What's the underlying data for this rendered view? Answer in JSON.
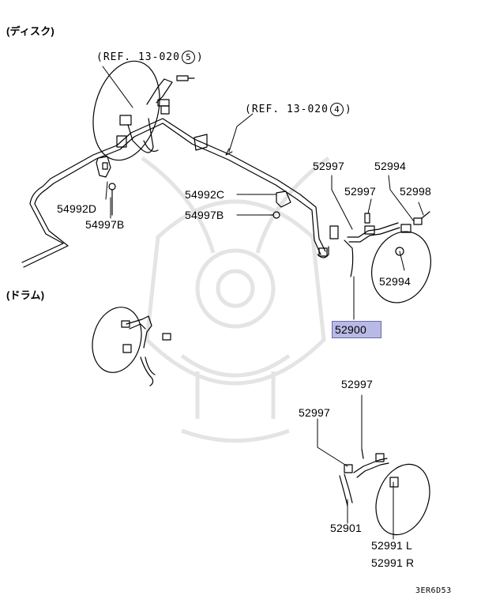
{
  "sections": {
    "disc": "(ディスク)",
    "drum": "(ドラム)"
  },
  "references": [
    {
      "prefix": "(REF. 13-020",
      "num": "5",
      "suffix": ")"
    },
    {
      "prefix": "(REF. 13-020",
      "num": "4",
      "suffix": ")"
    }
  ],
  "parts": {
    "p54992D": "54992D",
    "p54997B_left": "54997B",
    "p54992C": "54992C",
    "p54997B_mid": "54997B",
    "p52997_a": "52997",
    "p52994_a": "52994",
    "p52997_b": "52997",
    "p52998": "52998",
    "p52994_b": "52994",
    "p52900": "52900",
    "p52997_c": "52997",
    "p52997_d": "52997",
    "p52901": "52901",
    "p52991L": "52991 L",
    "p52991R": "52991 R"
  },
  "highlighted_part": "52900",
  "diagram_code": "3ER6D53",
  "colors": {
    "highlight_fill": "#b9b9e6",
    "line": "#000000",
    "watermark": "#e6e6e6"
  }
}
